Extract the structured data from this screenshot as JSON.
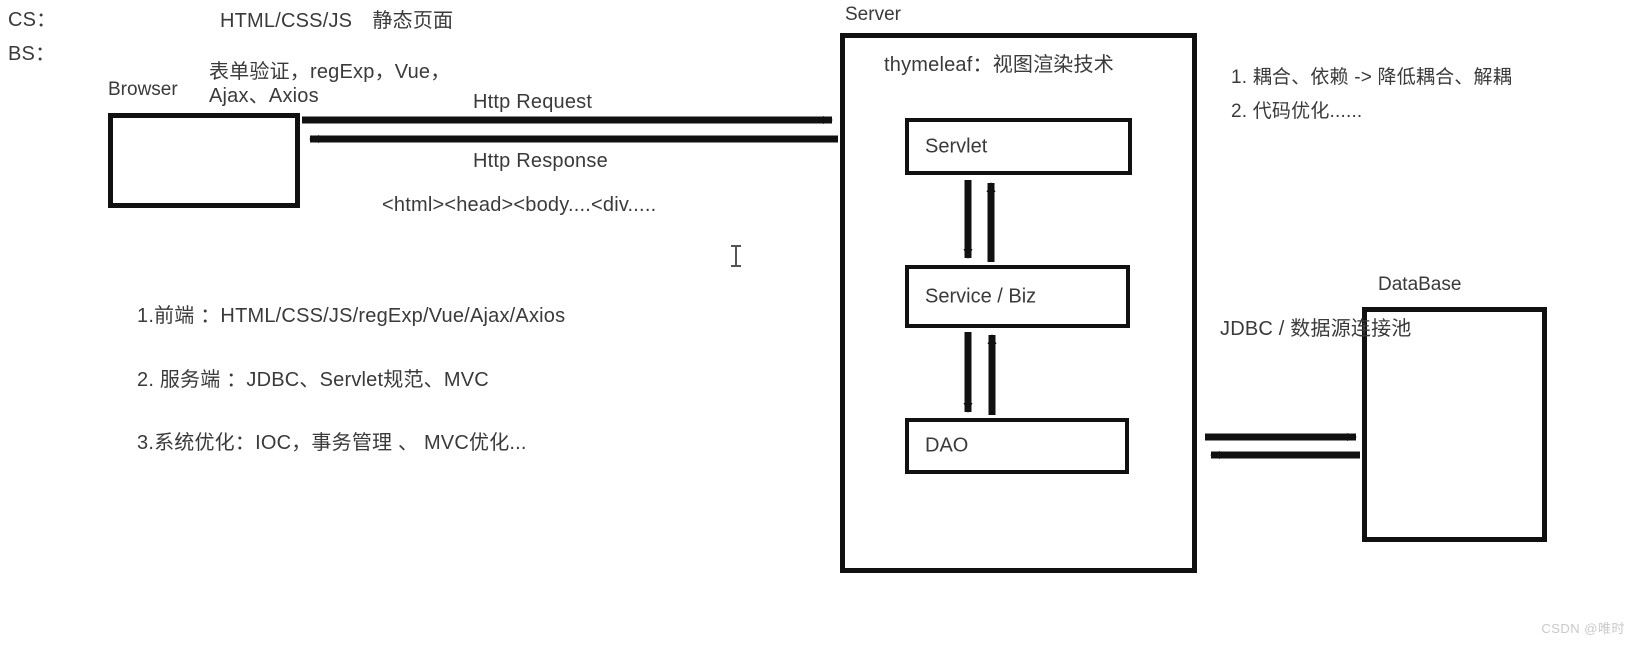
{
  "diagram": {
    "title_cs": "CS：",
    "title_bs": "BS：",
    "frontend_note_line1": "HTML/CSS/JS　静态页面",
    "frontend_note_line2": "表单验证，regExp，Vue，",
    "frontend_note_line3": "Ajax、Axios",
    "browser_label": "Browser",
    "http_request_label": "Http Request",
    "http_response_label": "Http Response",
    "html_sample": "<html><head><body....<div.....",
    "server_label": "Server",
    "thymeleaf_note": "thymeleaf：视图渲染技术",
    "servlet_label": "Servlet",
    "service_label": "Service / Biz",
    "dao_label": "DAO",
    "database_label": "DataBase",
    "jdbc_note": "JDBC / 数据源连接池",
    "right_note_1": "1. 耦合、依赖 -> 降低耦合、解耦",
    "right_note_2": "2. 代码优化......",
    "summary_1": "1.前端 ：HTML/CSS/JS/regExp/Vue/Ajax/Axios",
    "summary_2": "2. 服务端 ：JDBC、Servlet规范、MVC",
    "summary_3": "3.系统优化：IOC，事务管理 、 MVC优化...",
    "watermark": "CSDN @唯时",
    "colors": {
      "stroke": "#111111",
      "text": "#3a3a3a",
      "background": "#ffffff",
      "watermark": "#c9c9c9"
    }
  }
}
